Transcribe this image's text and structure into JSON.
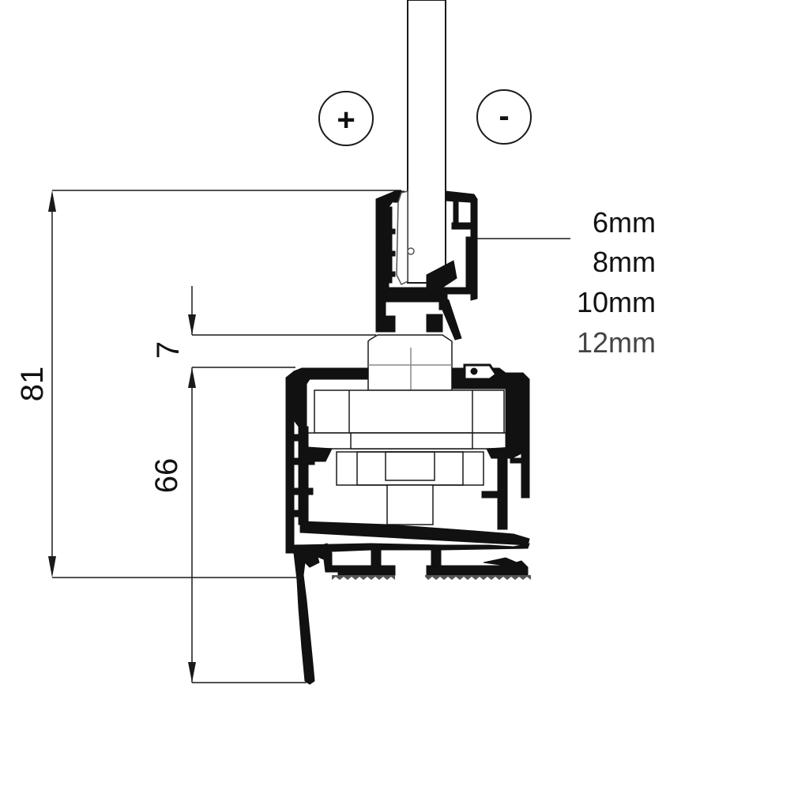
{
  "diagram": {
    "symbols": {
      "plus": "+",
      "minus": "-"
    },
    "dimensions": {
      "overall_height": "81",
      "gap": "7",
      "frame_height": "66"
    },
    "glass_thickness_options": [
      "6mm",
      "8mm",
      "10mm",
      "12mm"
    ],
    "colors": {
      "profile": "#111111",
      "line": "#1a1a1a",
      "gasket": "#555555",
      "background": "#ffffff"
    }
  }
}
